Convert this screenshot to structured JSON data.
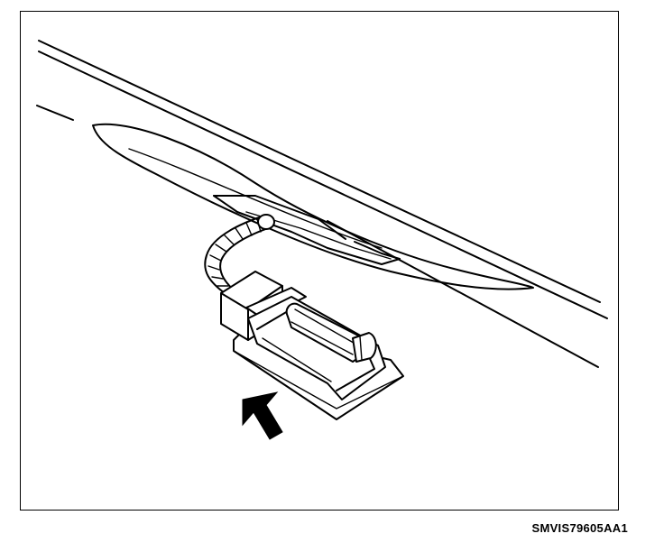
{
  "figure": {
    "code": "SMVIS79605AA1"
  },
  "illustration": {
    "subject": "license-plate-lamp-removal",
    "arrow_direction": "up-left",
    "line_color": "#000000",
    "background_color": "#ffffff"
  }
}
